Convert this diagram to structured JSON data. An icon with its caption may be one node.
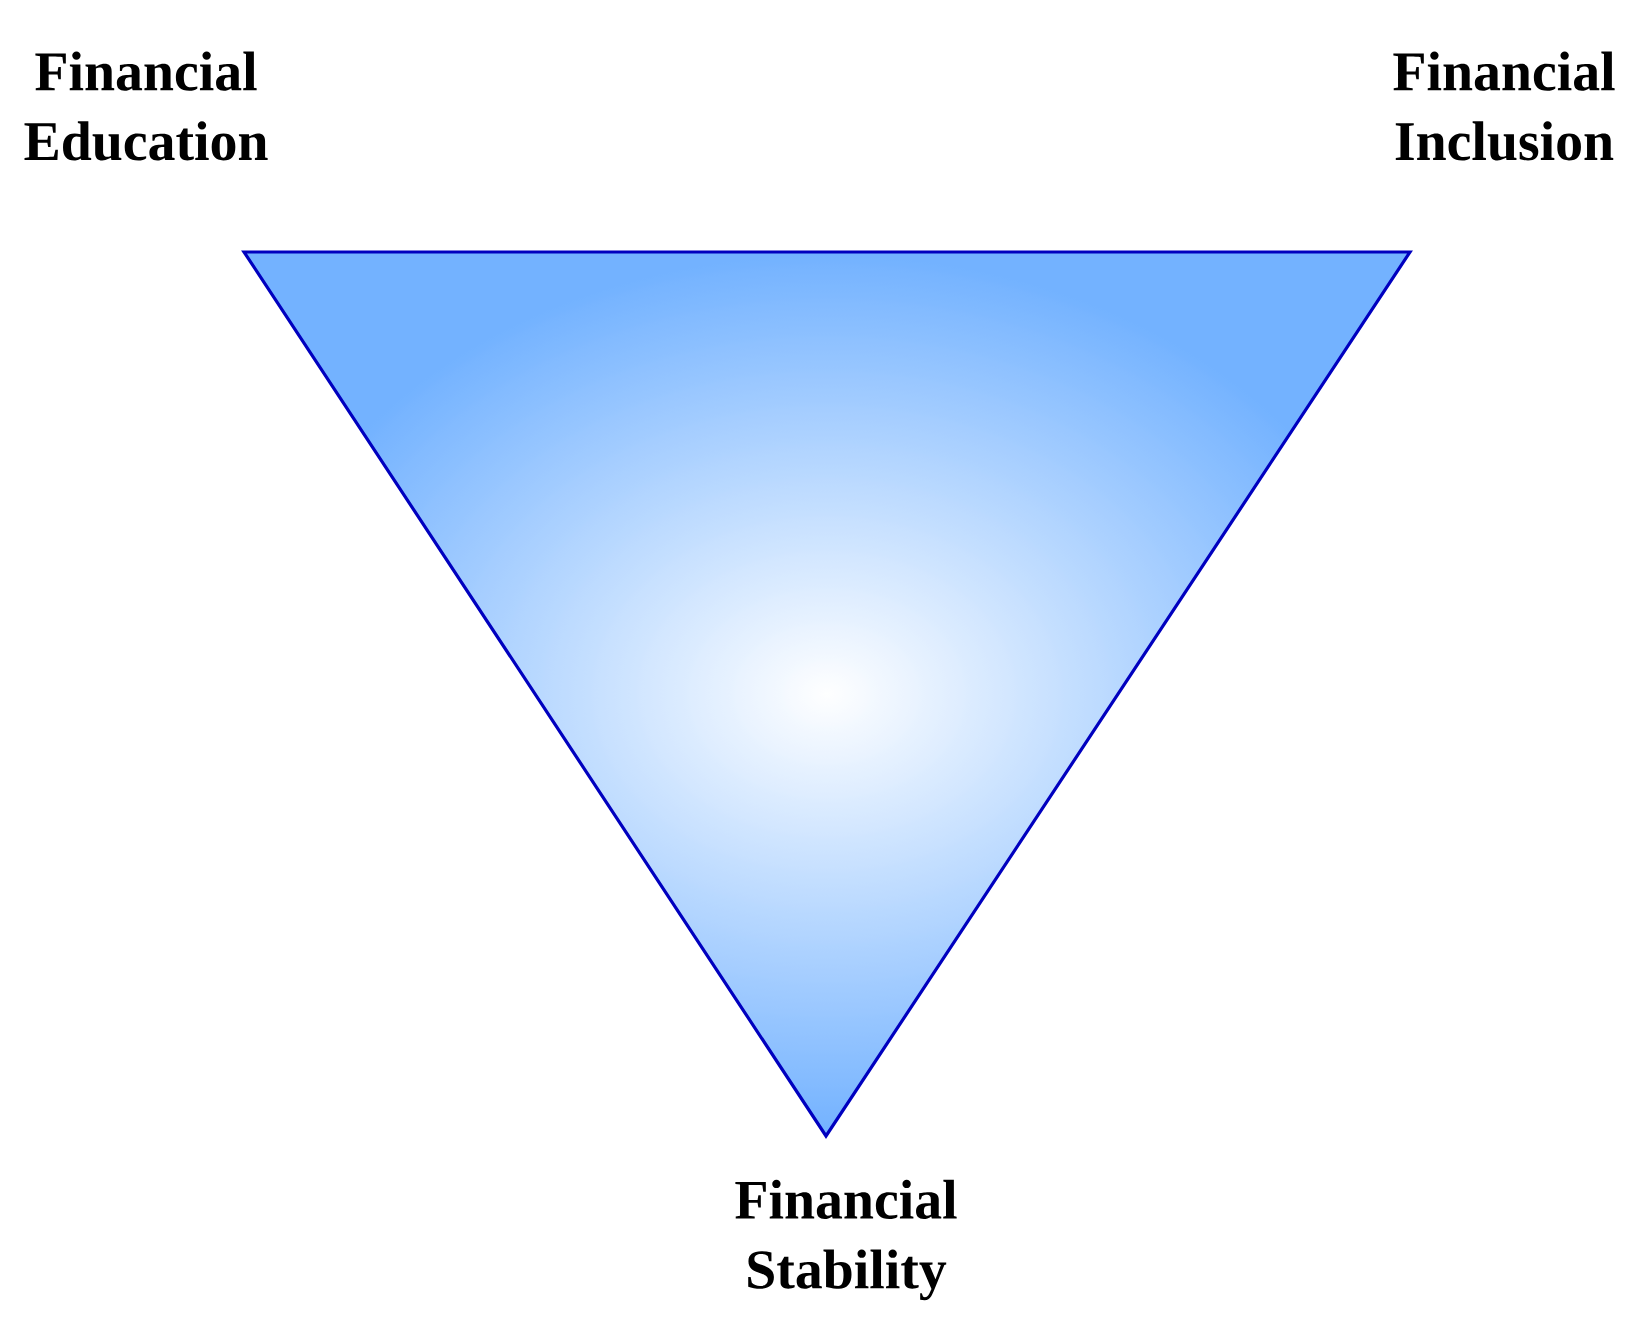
{
  "diagram": {
    "labels": [
      "Financial Education",
      "Financial Inclusion",
      "Financial Stability"
    ]
  }
}
